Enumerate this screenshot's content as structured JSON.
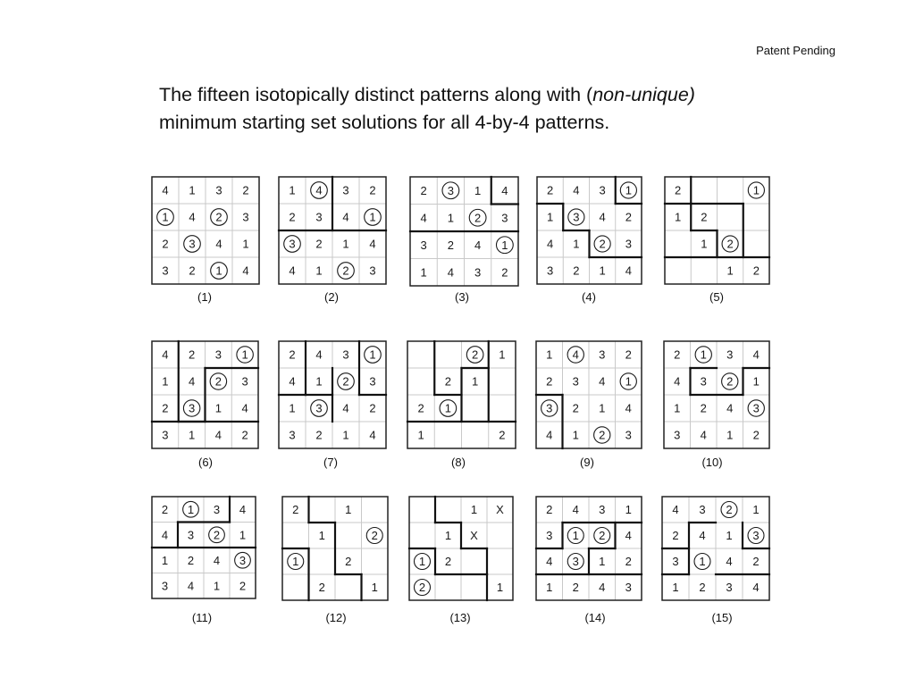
{
  "header_note": "Patent Pending",
  "title": {
    "line1_prefix": "The fifteen isotopically distinct patterns along with (",
    "line1_italic": "non-unique)",
    "line2": "minimum starting set solutions for all 4-by-4 patterns."
  },
  "puzzles": [
    {
      "label": "(1)",
      "cells": [
        "4",
        "1",
        "3",
        "2",
        "1",
        "4",
        "2",
        "3",
        "2",
        "3",
        "4",
        "1",
        "3",
        "2",
        "1",
        "4"
      ],
      "circled": [
        4,
        6,
        9,
        14
      ]
    },
    {
      "label": "(2)",
      "cells": [
        "1",
        "4",
        "3",
        "2",
        "2",
        "3",
        "4",
        "1",
        "3",
        "2",
        "1",
        "4",
        "4",
        "1",
        "2",
        "3"
      ],
      "circled": [
        1,
        7,
        8,
        14
      ]
    },
    {
      "label": "(3)",
      "cells": [
        "2",
        "3",
        "1",
        "4",
        "4",
        "1",
        "2",
        "3",
        "3",
        "2",
        "4",
        "1",
        "1",
        "4",
        "3",
        "2"
      ],
      "circled": [
        1,
        6,
        11
      ]
    },
    {
      "label": "(4)",
      "cells": [
        "2",
        "4",
        "3",
        "1",
        "1",
        "3",
        "4",
        "2",
        "4",
        "1",
        "2",
        "3",
        "3",
        "2",
        "1",
        "4"
      ],
      "circled": [
        3,
        5,
        10
      ]
    },
    {
      "label": "(5)",
      "cells": [
        "2",
        "",
        "",
        "1",
        "1",
        "2",
        "",
        "",
        "",
        "1",
        "2",
        "",
        "",
        "",
        "1",
        "2"
      ],
      "circled": [
        3,
        10
      ]
    },
    {
      "label": "(6)",
      "cells": [
        "4",
        "2",
        "3",
        "1",
        "1",
        "4",
        "2",
        "3",
        "2",
        "3",
        "1",
        "4",
        "3",
        "1",
        "4",
        "2"
      ],
      "circled": [
        3,
        6,
        9
      ]
    },
    {
      "label": "(7)",
      "cells": [
        "2",
        "4",
        "3",
        "1",
        "4",
        "1",
        "2",
        "3",
        "1",
        "3",
        "4",
        "2",
        "3",
        "2",
        "1",
        "4"
      ],
      "circled": [
        3,
        6,
        9
      ]
    },
    {
      "label": "(8)",
      "cells": [
        "",
        "",
        "2",
        "1",
        "",
        "2",
        "1",
        "",
        "2",
        "1",
        "",
        "",
        "1",
        "",
        "",
        "2"
      ],
      "circled": [
        2,
        9
      ]
    },
    {
      "label": "(9)",
      "cells": [
        "1",
        "4",
        "3",
        "2",
        "2",
        "3",
        "4",
        "1",
        "3",
        "2",
        "1",
        "4",
        "4",
        "1",
        "2",
        "3"
      ],
      "circled": [
        1,
        7,
        8,
        14
      ]
    },
    {
      "label": "(10)",
      "cells": [
        "2",
        "1",
        "3",
        "4",
        "4",
        "3",
        "2",
        "1",
        "1",
        "2",
        "4",
        "3",
        "3",
        "4",
        "1",
        "2"
      ],
      "circled": [
        1,
        6,
        11
      ]
    },
    {
      "label": "(11)",
      "cells": [
        "2",
        "1",
        "3",
        "4",
        "4",
        "3",
        "2",
        "1",
        "1",
        "2",
        "4",
        "3",
        "3",
        "4",
        "1",
        "2"
      ],
      "circled": [
        1,
        6,
        11
      ]
    },
    {
      "label": "(12)",
      "cells": [
        "2",
        "",
        "1",
        "",
        "",
        "1",
        "",
        "2",
        "1",
        "",
        "2",
        "",
        "",
        "2",
        "",
        "1"
      ],
      "circled": [
        7,
        8
      ]
    },
    {
      "label": "(13)",
      "cells": [
        "",
        "",
        "1",
        "X",
        "",
        "1",
        "X",
        "",
        "1",
        "2",
        "",
        "",
        "2",
        "",
        "",
        "1"
      ],
      "circled": [
        8,
        12
      ]
    },
    {
      "label": "(14)",
      "cells": [
        "2",
        "4",
        "3",
        "1",
        "3",
        "1",
        "2",
        "4",
        "4",
        "3",
        "1",
        "2",
        "1",
        "2",
        "4",
        "3"
      ],
      "circled": [
        5,
        6,
        9
      ]
    },
    {
      "label": "(15)",
      "cells": [
        "4",
        "3",
        "2",
        "1",
        "2",
        "4",
        "1",
        "3",
        "3",
        "1",
        "4",
        "2",
        "1",
        "2",
        "3",
        "4"
      ],
      "circled": [
        2,
        7,
        9
      ]
    }
  ]
}
